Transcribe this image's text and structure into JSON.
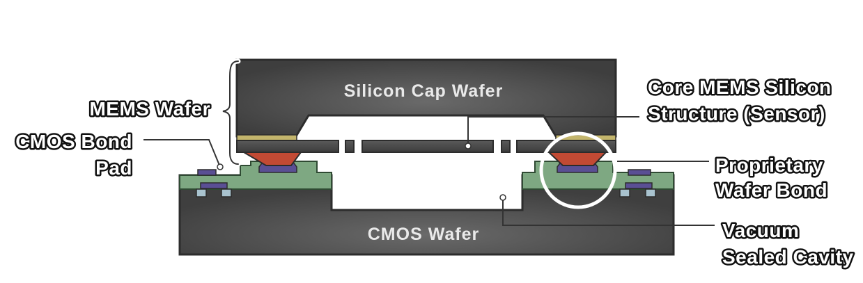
{
  "labels": {
    "silicon_cap_wafer": "Silicon Cap Wafer",
    "cmos_wafer": "CMOS Wafer",
    "mems_wafer": "MEMS Wafer",
    "cmos_bond_pad_line1": "CMOS Bond",
    "cmos_bond_pad_line2": "Pad",
    "core_mems_line1": "Core MEMS Silicon",
    "core_mems_line2": "Structure (Sensor)",
    "proprietary_bond_line1": "Proprietary",
    "proprietary_bond_line2": "Wafer Bond",
    "vacuum_cavity_line1": "Vacuum",
    "vacuum_cavity_line2": "Sealed Cavity"
  },
  "colors": {
    "wafer_dark": "#4e4e4e",
    "wafer_edge": "#2c2c2c",
    "oxide_green": "#7ea882",
    "bond_red": "#c24a34",
    "metal_purple": "#5a4f94",
    "via_blue": "#a9c3cf",
    "bond_yellow": "#c3b56c",
    "leader_line": "#333333"
  }
}
